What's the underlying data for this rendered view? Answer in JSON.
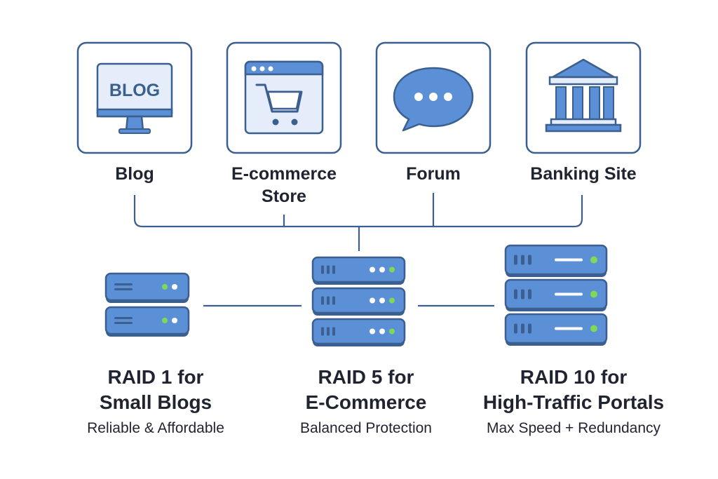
{
  "sites": [
    {
      "label": "Blog",
      "icon": "blog-monitor-icon",
      "screen_text": "BLOG"
    },
    {
      "label": "E-commerce\nStore",
      "icon": "shopping-cart-browser-icon"
    },
    {
      "label": "Forum",
      "icon": "chat-bubble-icon"
    },
    {
      "label": "Banking Site",
      "icon": "bank-building-icon"
    }
  ],
  "raid_tiers": [
    {
      "title": "RAID 1 for\nSmall Blogs",
      "subtitle": "Reliable & Affordable",
      "units": 2,
      "icon": "server-stack-small-icon"
    },
    {
      "title": "RAID 5 for\nE-Commerce",
      "subtitle": "Balanced Protection",
      "units": 3,
      "icon": "server-stack-medium-icon"
    },
    {
      "title": "RAID 10 for\nHigh-Traffic Portals",
      "subtitle": "Max Speed + Redundancy",
      "units": 3,
      "icon": "server-stack-large-icon"
    }
  ],
  "colors": {
    "outline": "#3b5f8f",
    "accent": "#5b8fd6",
    "accent_light": "#e4edf9",
    "led": "#7ed957",
    "led_white": "#ffffff",
    "text": "#1f2430"
  }
}
